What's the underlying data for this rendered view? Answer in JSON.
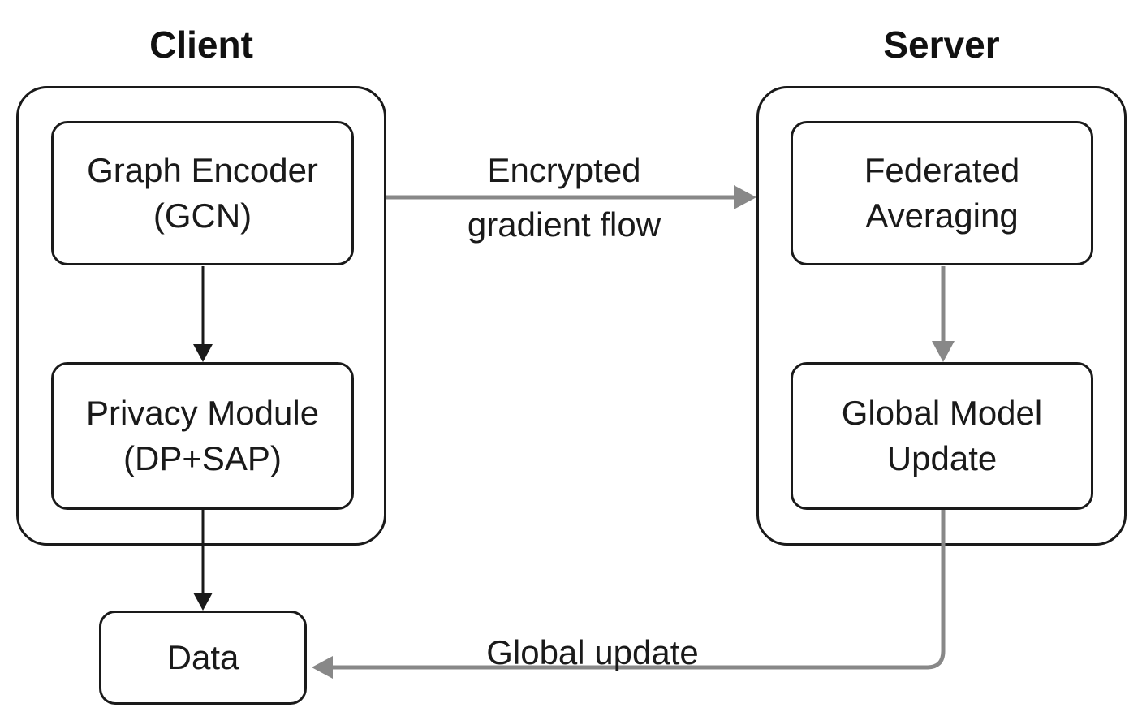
{
  "groups": {
    "client": {
      "title": "Client"
    },
    "server": {
      "title": "Server"
    }
  },
  "nodes": {
    "graph_encoder": {
      "line1": "Graph Encoder",
      "line2": "(GCN)"
    },
    "privacy_module": {
      "line1": "Privacy Module",
      "line2": "(DP+SAP)"
    },
    "data": {
      "line1": "Data"
    },
    "federated_averaging": {
      "line1": "Federated",
      "line2": "Averaging"
    },
    "global_model_update": {
      "line1": "Global Model",
      "line2": "Update"
    }
  },
  "edges": [
    {
      "from": "graph_encoder",
      "to": "privacy_module",
      "label": "",
      "color": "#1a1a1a"
    },
    {
      "from": "privacy_module",
      "to": "data",
      "label": "",
      "color": "#1a1a1a"
    },
    {
      "from": "client",
      "to": "federated_averaging",
      "label_line1": "Encrypted",
      "label_line2": "gradient flow",
      "color": "#888888"
    },
    {
      "from": "federated_averaging",
      "to": "global_model_update",
      "label": "",
      "color": "#888888"
    },
    {
      "from": "global_model_update",
      "to": "data",
      "label": "Global update",
      "color": "#888888"
    }
  ],
  "colors": {
    "dark_stroke": "#1a1a1a",
    "grey_arrow": "#888888",
    "background": "#ffffff"
  }
}
